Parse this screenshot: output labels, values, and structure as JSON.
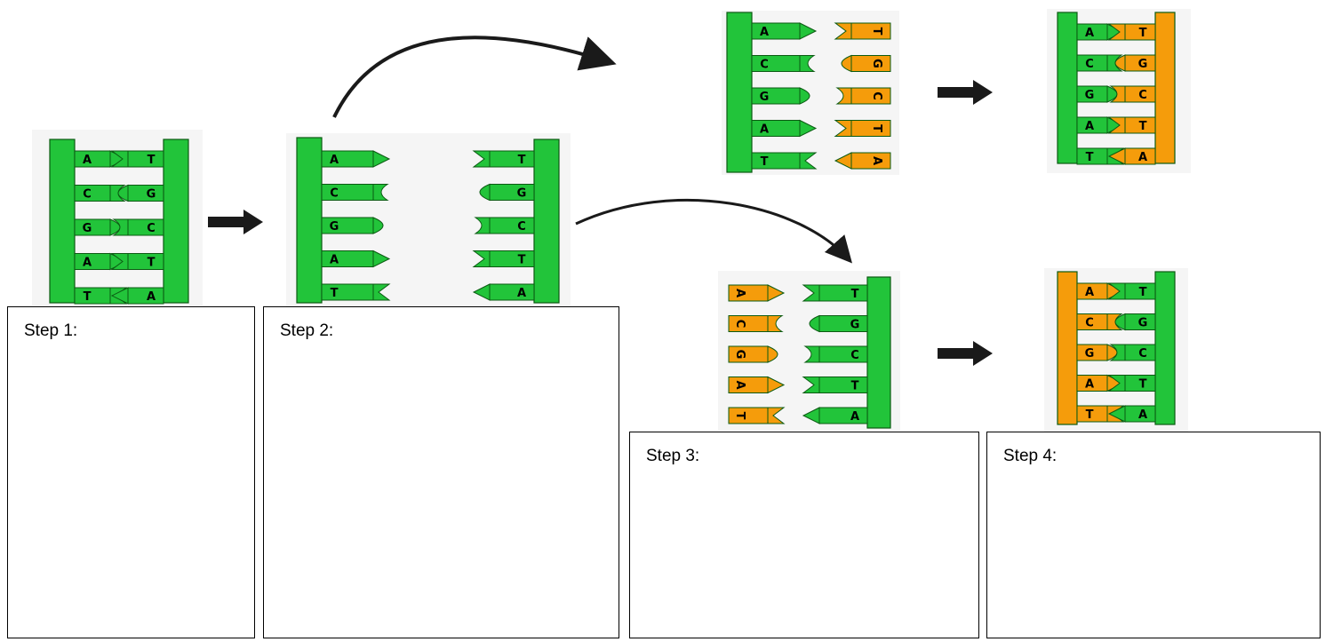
{
  "colors": {
    "template_strand": "#22c43a",
    "new_strand": "#f59c0b",
    "outline": "#0b5a12",
    "arrow": "#1a1a1a"
  },
  "steps": [
    {
      "label": "Step 1:"
    },
    {
      "label": "Step 2:"
    },
    {
      "label": "Step 3:"
    },
    {
      "label": "Step 4:"
    }
  ],
  "bases": {
    "original_left": [
      "A",
      "C",
      "G",
      "A",
      "T"
    ],
    "original_right": [
      "T",
      "G",
      "C",
      "T",
      "A"
    ]
  }
}
